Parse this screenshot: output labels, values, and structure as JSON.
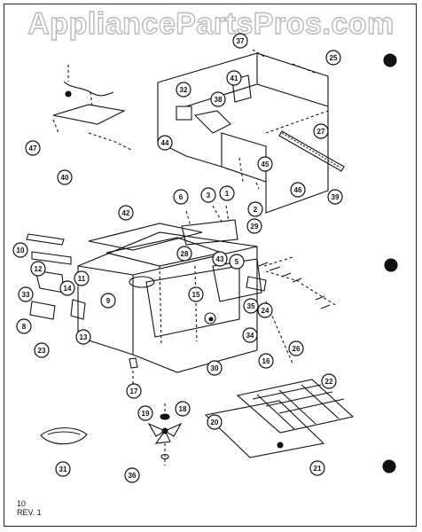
{
  "watermark": "AppliancePartsPros.com",
  "footer": {
    "page": "10",
    "rev": "REV. 1"
  },
  "callouts": [
    "1",
    "2",
    "3",
    "5",
    "6",
    "8",
    "9",
    "10",
    "11",
    "12",
    "13",
    "14",
    "15",
    "16",
    "17",
    "18",
    "19",
    "20",
    "21",
    "22",
    "23",
    "24",
    "25",
    "26",
    "27",
    "28",
    "29",
    "30",
    "31",
    "32",
    "33",
    "34",
    "35",
    "36",
    "37",
    "38",
    "39",
    "40",
    "41",
    "42",
    "43",
    "44",
    "45",
    "46",
    "47"
  ],
  "colors": {
    "ink": "#111111",
    "watermark": "#b9b9b9",
    "background": "#ffffff"
  }
}
